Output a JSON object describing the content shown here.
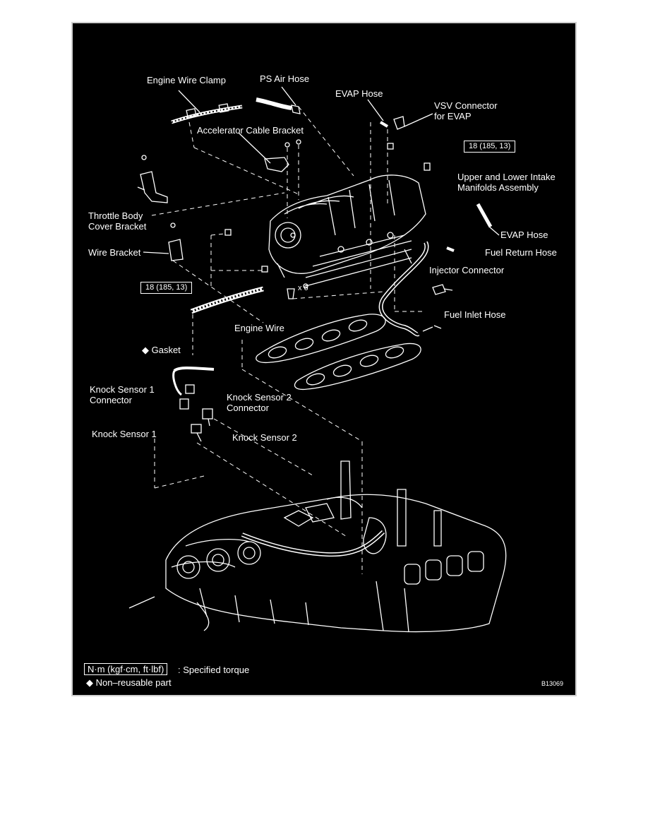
{
  "labels": {
    "engine_wire_clamp": "Engine Wire Clamp",
    "ps_air_hose": "PS Air Hose",
    "evap_hose_top": "EVAP Hose",
    "vsv_connector": "VSV Connector\nfor EVAP",
    "accelerator_cable_bracket": "Accelerator Cable Bracket",
    "upper_lower_intake": "Upper and Lower Intake\nManifolds Assembly",
    "throttle_body_cover_bracket": "Throttle Body\nCover Bracket",
    "evap_hose_right": "EVAP Hose",
    "wire_bracket": "Wire Bracket",
    "fuel_return_hose": "Fuel Return Hose",
    "injector_connector": "Injector Connector",
    "fuel_inlet_hose": "Fuel Inlet Hose",
    "engine_wire": "Engine Wire",
    "gasket": "◆ Gasket",
    "knock_sensor_1_connector": "Knock Sensor 1\nConnector",
    "knock_sensor_2_connector": "Knock Sensor 2\nConnector",
    "knock_sensor_1": "Knock Sensor 1",
    "knock_sensor_2": "Knock Sensor 2",
    "times_mark": "x 6"
  },
  "torque": {
    "upper": "18 (185, 13)",
    "lower": "18 (185, 13)"
  },
  "legend": {
    "unit_box": "N·m (kgf·cm, ft·lbf)",
    "unit_desc": ": Specified torque",
    "non_reusable": "◆ Non–reusable part"
  },
  "figure_code": "B13069",
  "colors": {
    "background": "#000000",
    "ink": "#ffffff",
    "page": "#ffffff"
  }
}
